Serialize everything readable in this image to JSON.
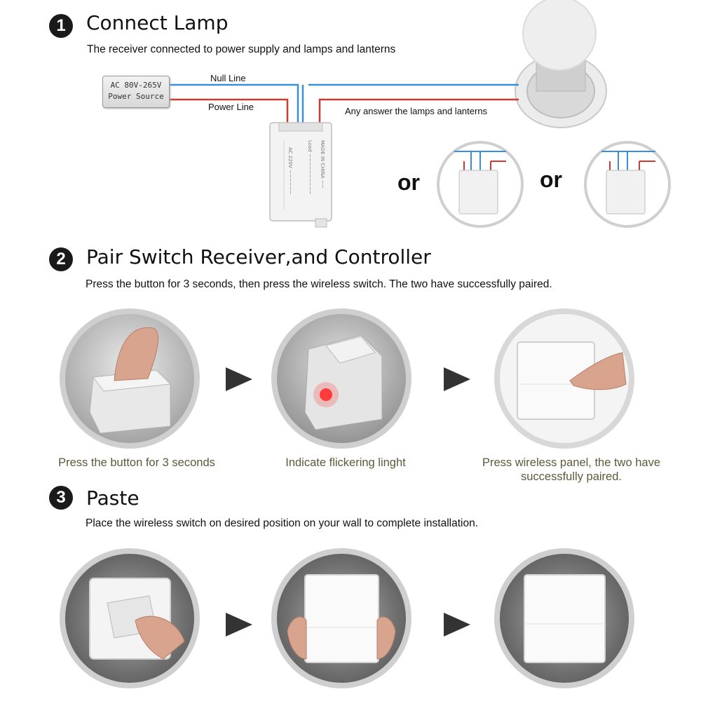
{
  "step1": {
    "number": "1",
    "title": "Connect Lamp",
    "subtitle": "The receiver connected to power supply and lamps and lanterns",
    "source_line1": "AC 80V-265V",
    "source_line2": "Power Source",
    "null_line": "Null Line",
    "power_line": "Power Line",
    "lamp_text": "Any answer the lamps and lanterns",
    "or_label": "or"
  },
  "step2": {
    "number": "2",
    "title": "Pair Switch Receiver,and Controller",
    "subtitle": "Press the button for 3 seconds, then press the wireless switch. The two have successfully paired.",
    "captions": [
      "Press the button for 3 seconds",
      "Indicate flickering linght",
      "Press wireless panel, the two have successfully paired."
    ]
  },
  "step3": {
    "number": "3",
    "title": "Paste",
    "subtitle": "Place the wireless switch on desired position on your wall to complete installation."
  },
  "colors": {
    "null_wire": "#3a8fd6",
    "power_wire": "#d03a30",
    "caption": "#5c5a3a",
    "arrow": "#333333"
  }
}
